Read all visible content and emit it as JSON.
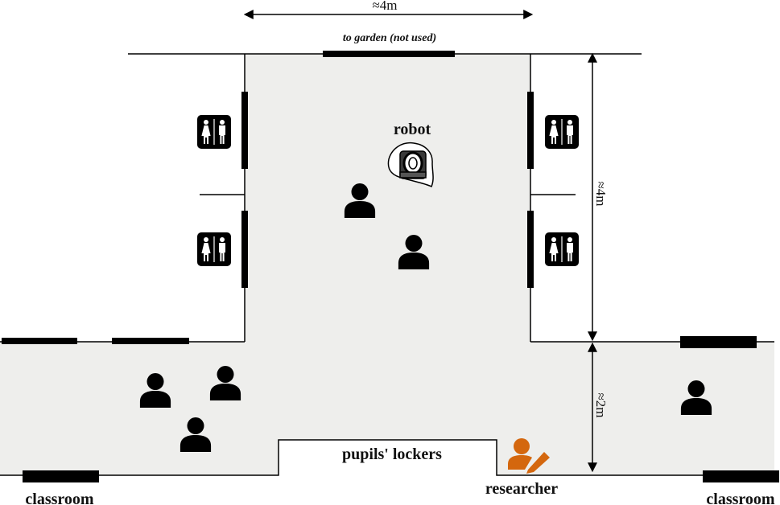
{
  "labels": {
    "width_dimension": "≈4m",
    "garden_door": "to garden (not used)",
    "robot": "robot",
    "height_dimension": "≈4m",
    "corridor_dimension": "≈2m",
    "lockers": "pupils' lockers",
    "researcher": "researcher",
    "classroom_left": "classroom",
    "classroom_right": "classroom"
  },
  "icons": {
    "restroom": "restroom-icon",
    "person": "person-icon",
    "robot": "robot-vacuum-icon",
    "researcher": "person-pen-icon"
  },
  "colors": {
    "floor": "#eeeeec",
    "walls": "#000000",
    "researcher": "#d4670e"
  }
}
